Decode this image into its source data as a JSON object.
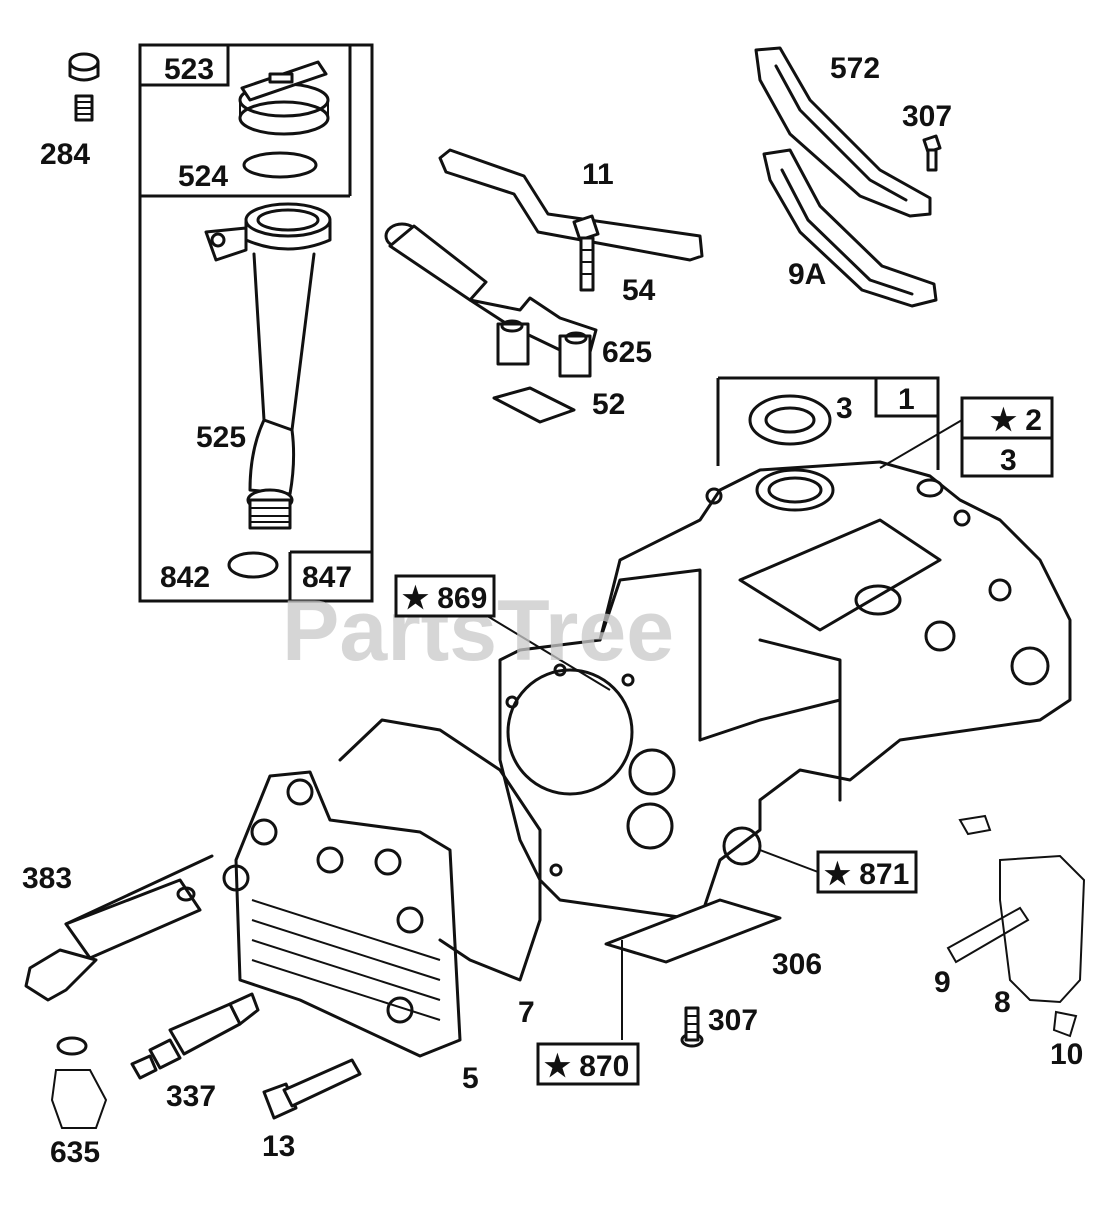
{
  "watermark": "PartsTree",
  "labels": {
    "p284": "284",
    "p523": "523",
    "p524": "524",
    "p525": "525",
    "p842": "842",
    "p847": "847",
    "p11": "11",
    "p54": "54",
    "p625": "625",
    "p52": "52",
    "p572": "572",
    "p307a": "307",
    "p9A": "9A",
    "p1": "1",
    "p3a": "3",
    "p2": "★ 2",
    "p3b": "3",
    "p869": "★ 869",
    "p871": "★ 871",
    "p306": "306",
    "p307b": "307",
    "p870": "★ 870",
    "p9": "9",
    "p8": "8",
    "p10": "10",
    "p383": "383",
    "p7": "7",
    "p5": "5",
    "p337": "337",
    "p13": "13",
    "p635": "635"
  }
}
